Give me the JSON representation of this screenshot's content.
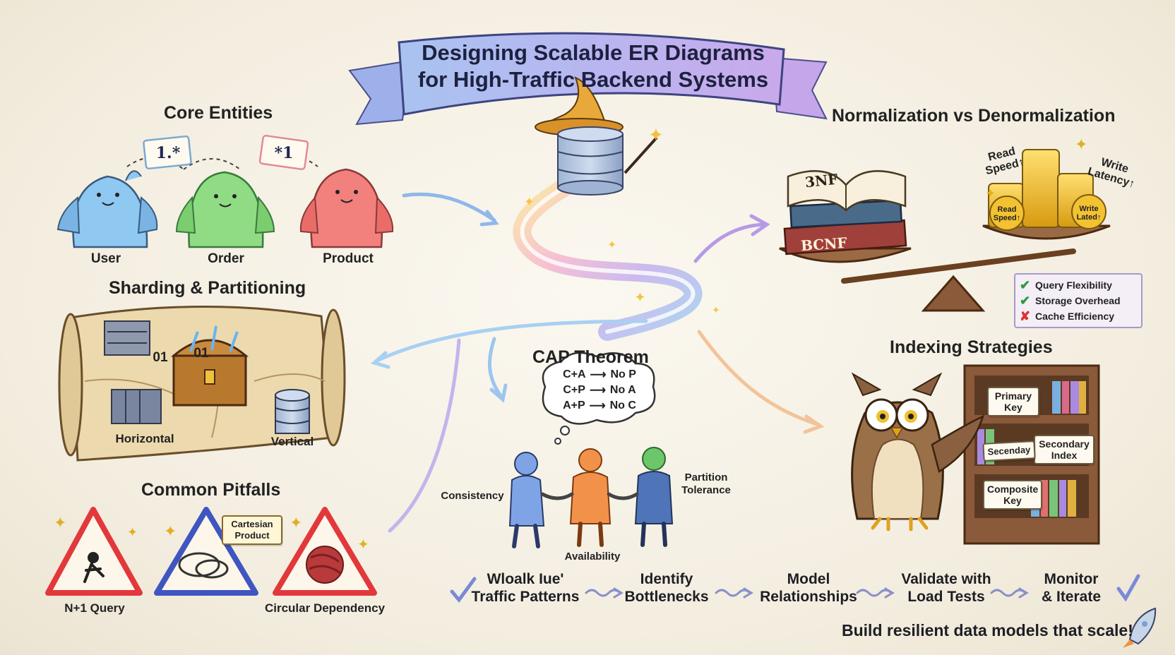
{
  "title": {
    "line1": "Designing Scalable ER Diagrams",
    "line2": "for High-Traffic Backend Systems"
  },
  "core_entities": {
    "title": "Core Entities",
    "entities": [
      "User",
      "Order",
      "Product"
    ],
    "cardinalities": [
      "1.*",
      "*1"
    ],
    "colors": [
      "#8fc8f0",
      "#8fdc84",
      "#f2807c"
    ]
  },
  "sharding": {
    "title": "Sharding & Partitioning",
    "labels": {
      "horizontal": "Horizontal",
      "vertical": "Vertical",
      "bits_left": "01",
      "bits_chest": "01"
    }
  },
  "pitfalls": {
    "title": "Common Pitfalls",
    "items": [
      "N+1 Query",
      "Circular Dependency"
    ],
    "bubble": "Cartesian Product"
  },
  "cap": {
    "title": "CAP Theorem",
    "rules": [
      {
        "left": "C+A",
        "right": "No P"
      },
      {
        "left": "C+P",
        "right": "No A"
      },
      {
        "left": "A+P",
        "right": "No C"
      }
    ],
    "people": {
      "consistency": "Consistency",
      "availability": "Availability",
      "partition": "Partition Tolerance"
    },
    "colors": [
      "#7fa4e6",
      "#f2924a",
      "#6cc66a"
    ]
  },
  "normalization": {
    "title": "Normalization vs Denormalization",
    "books": [
      "3NF",
      "BCNF"
    ],
    "read_speed": "Read Speed↑",
    "write_latency": "Write Latency↑",
    "coin_read": "Read Speed↑",
    "coin_write": "Write Lated↑",
    "checks": [
      {
        "label": "Query Flexibility",
        "ok": true
      },
      {
        "label": "Storage Overhead",
        "ok": true
      },
      {
        "label": "Cache Efficiency",
        "ok": false
      }
    ]
  },
  "indexing": {
    "title": "Indexing Strategies",
    "notes": [
      "Primary Key",
      "Secondary Index",
      "Secenday",
      "Composite Key"
    ]
  },
  "workflow": {
    "steps": [
      {
        "l1": "Wloalk Iue'",
        "l2": "Traffic Patterns"
      },
      {
        "l1": "Identify",
        "l2": "Bottlenecks"
      },
      {
        "l1": "Model",
        "l2": "Relationships"
      },
      {
        "l1": "Validate with",
        "l2": "Load Tests"
      },
      {
        "l1": "Monitor",
        "l2": "& Iterate"
      }
    ]
  },
  "tagline": "Build resilient data models that scale!",
  "colors": {
    "banner": "#a9b3ec",
    "ribbon": "#b89fe0",
    "wood": "#8a5a3a",
    "gold": "#e8b820"
  }
}
